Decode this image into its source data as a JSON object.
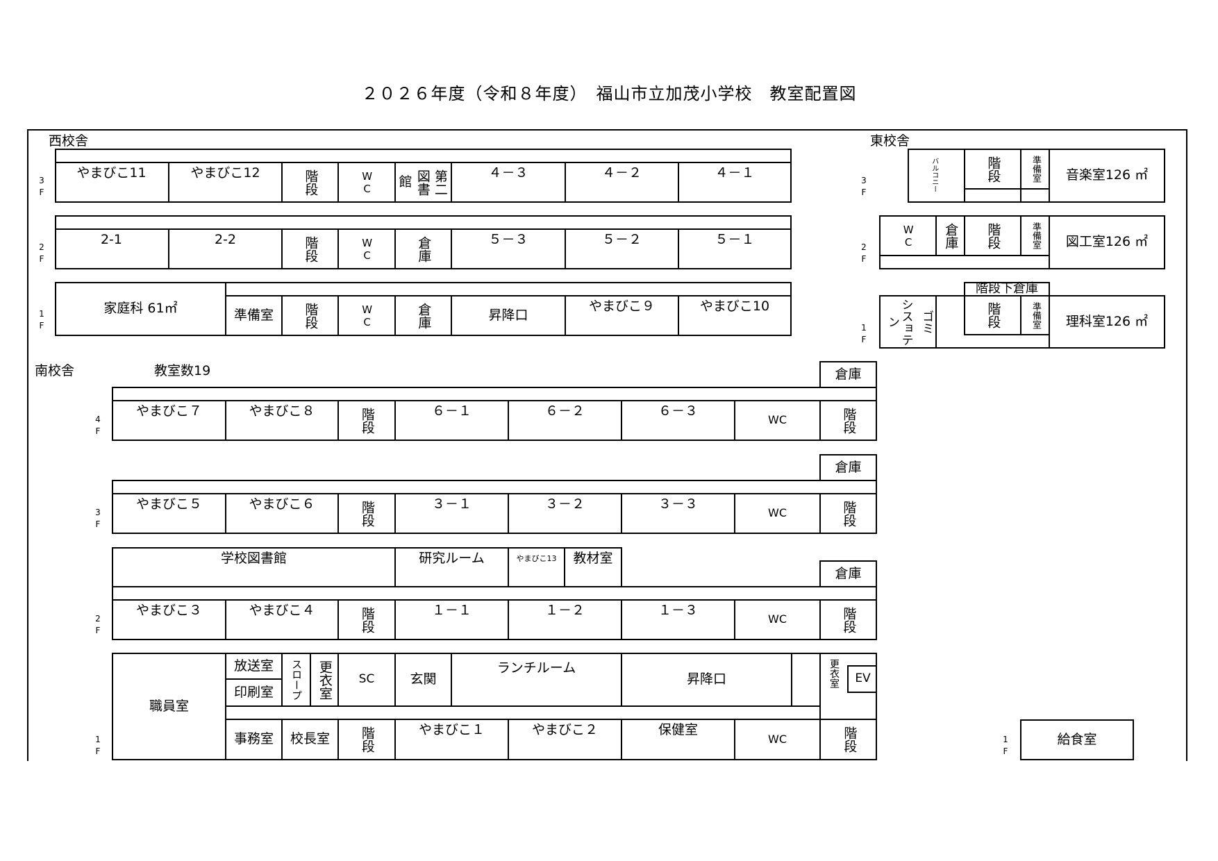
{
  "title": "２０２６年度（令和８年度）　福山市立加茂小学校　教室配置図",
  "labels": {
    "west": "西校舎",
    "east": "東校舎",
    "south": "南校舎",
    "class_count": "教室数19"
  },
  "floors": {
    "f1": "1",
    "f2": "2",
    "f3": "3",
    "f4": "4",
    "f": "F"
  },
  "west": {
    "f3": [
      "やまびこ11",
      "やまびこ12",
      "階段",
      "WC",
      "館",
      "図書",
      "第二",
      "４－３",
      "４－２",
      "４－１"
    ],
    "f2": [
      "2-1",
      "2-2",
      "階段",
      "WC",
      "倉庫",
      "５－３",
      "５－２",
      "５－１"
    ],
    "f1": [
      "家庭科 61㎡",
      "準備室",
      "階段",
      "WC",
      "倉庫",
      "昇降口",
      "やまびこ９",
      "やまびこ10"
    ]
  },
  "east": {
    "f3": [
      "バルコニー",
      "階段",
      "準備室",
      "音楽室126 ㎡"
    ],
    "f2": [
      "WC",
      "倉庫",
      "階段",
      "準備室",
      "図工室126 ㎡"
    ],
    "f1": [
      "階段下倉庫",
      "シスョテン",
      "ゴミ",
      "階段",
      "準備室",
      "理科室126 ㎡"
    ]
  },
  "south": {
    "f4": [
      "倉庫",
      "やまびこ７",
      "やまびこ８",
      "階段",
      "６－１",
      "６－２",
      "６－３",
      "WC",
      "階段"
    ],
    "f3": [
      "倉庫",
      "やまびこ５",
      "やまびこ６",
      "階段",
      "３－１",
      "３－２",
      "３－３",
      "WC",
      "階段"
    ],
    "f2": [
      "学校図書館",
      "研究ルーム",
      "やまびこ13",
      "教材室",
      "倉庫",
      "やまびこ３",
      "やまびこ４",
      "階段",
      "１－１",
      "１－２",
      "１－３",
      "WC",
      "階段"
    ],
    "f1": [
      "職員室",
      "放送室",
      "印刷室",
      "スロープ",
      "更衣室",
      "SC",
      "玄関",
      "ランチルーム",
      "昇降口",
      "更衣室",
      "EV",
      "事務室",
      "校長室",
      "階段",
      "やまびこ１",
      "やまびこ２",
      "保健室",
      "WC",
      "階段"
    ]
  },
  "kyushoku": "給食室"
}
